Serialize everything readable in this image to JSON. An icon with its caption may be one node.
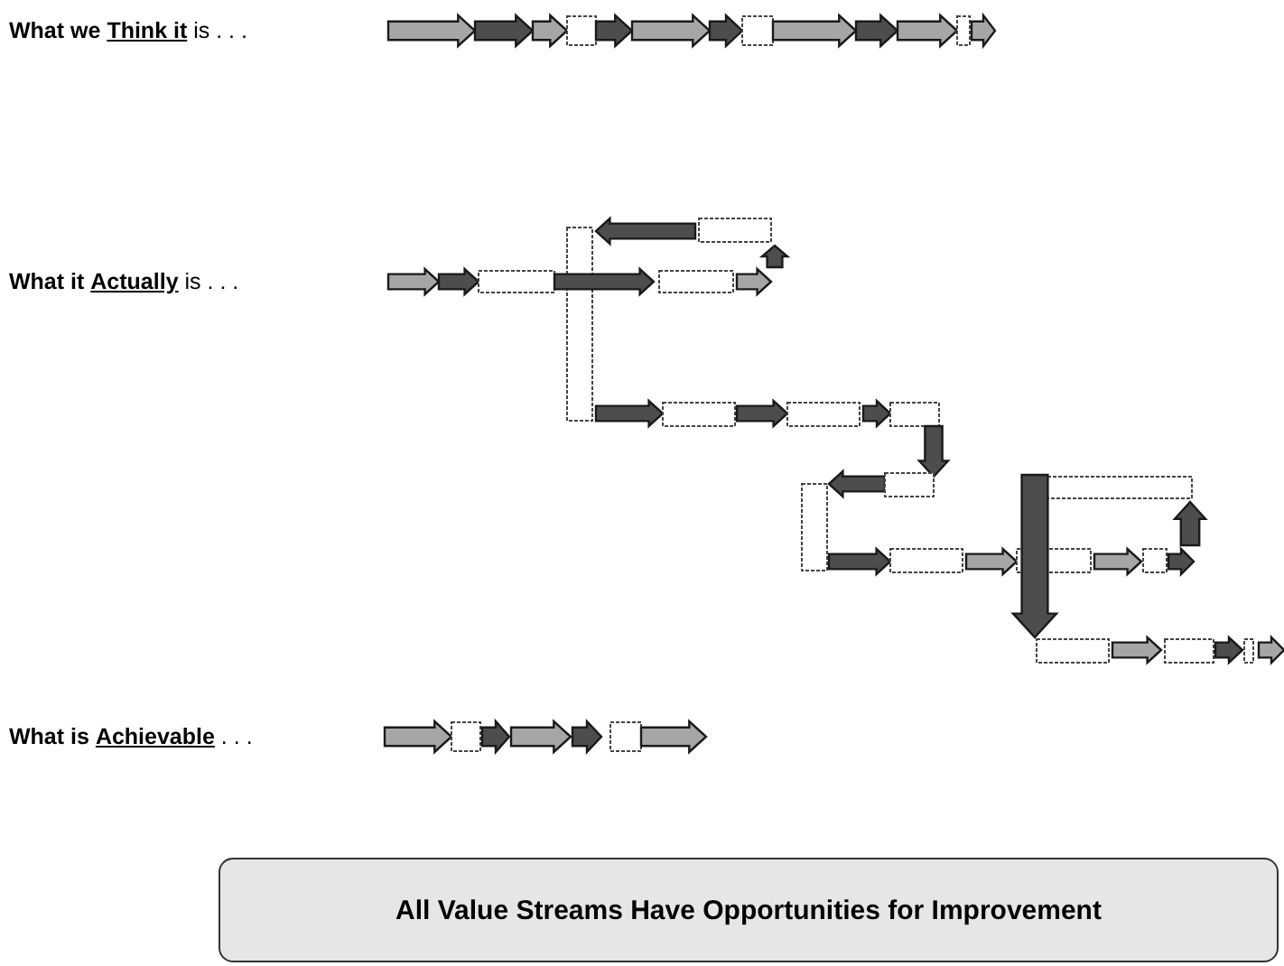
{
  "diagram": {
    "nodes": [
      {
        "text": [
          "All Value Streams Have Opportunities for Improvement"
        ]
      }
    ],
    "labels": [
      "**What we** **Think it** is . . .",
      "**What it** **Actually** is . . .",
      "**What is** **Achievable** . . ."
    ]
  }
}
